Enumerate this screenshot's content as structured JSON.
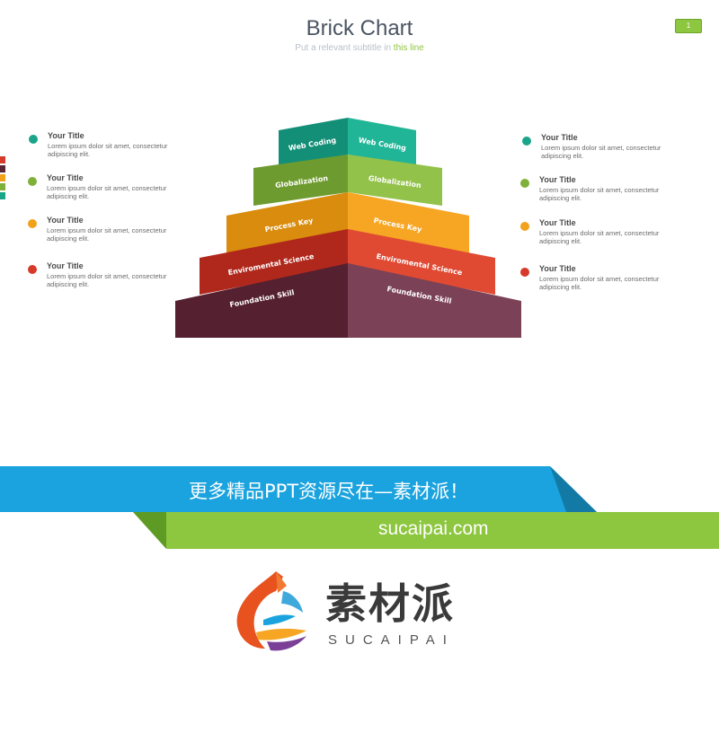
{
  "header": {
    "title": "Brick Chart",
    "subtitle_prefix": "Put a relevant subtitle in ",
    "subtitle_highlight": "this line",
    "page_number": "1"
  },
  "colors": {
    "teal": "#1aa58a",
    "green": "#7fb03a",
    "orange": "#f2a11b",
    "red": "#d63a2a",
    "maroon": "#5a2535",
    "accent_green": "#8dc63f",
    "banner_blue": "#1aa3de"
  },
  "bricks": [
    {
      "left_label": "Web Coding",
      "right_label": "Web Coding"
    },
    {
      "left_label": "Globalization",
      "right_label": "Globalization"
    },
    {
      "left_label": "Process Key",
      "right_label": "Process Key"
    },
    {
      "left_label": "Enviromental Science",
      "right_label": "Enviromental Science"
    },
    {
      "left_label": "Foundation Skill",
      "right_label": "Foundation Skill"
    }
  ],
  "left_items": [
    {
      "title": "Your Title",
      "desc": "Lorem ipsum dolor sit amet, consectetur adipiscing elit."
    },
    {
      "title": "Your Title",
      "desc": "Lorem ipsum dolor sit amet, consectetur adipiscing elit."
    },
    {
      "title": "Your Title",
      "desc": "Lorem ipsum dolor sit amet, consectetur adipiscing elit."
    },
    {
      "title": "Your Title",
      "desc": "Lorem ipsum dolor sit amet, consectetur adipiscing elit."
    }
  ],
  "right_items": [
    {
      "title": "Your Title",
      "desc": "Lorem ipsum dolor sit amet, consectetur adipiscing elit."
    },
    {
      "title": "Your Title",
      "desc": "Lorem ipsum dolor sit amet, consectetur adipiscing elit."
    },
    {
      "title": "Your Title",
      "desc": "Lorem ipsum dolor sit amet, consectetur adipiscing elit."
    },
    {
      "title": "Your Title",
      "desc": "Lorem ipsum dolor sit amet, consectetur adipiscing elit."
    }
  ],
  "banner": {
    "text": "更多精品PPT资源尽在—素材派！",
    "url": "sucaipai.com"
  },
  "logo": {
    "name_cn": "素材派",
    "name_en": "SUCAIPAI"
  }
}
